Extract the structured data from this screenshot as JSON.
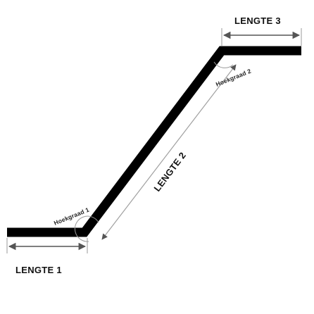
{
  "labels": {
    "length_1": "LENGTE 1",
    "length_2": "LENGTE 2",
    "length_3": "LENGTE 3",
    "angle_1": "Hoekgraad 1",
    "angle_2": "Hoekgraad 2"
  },
  "colors": {
    "profile": "#000000",
    "dimension_line": "#9a9a9a",
    "arrow": "#555555",
    "text": "#111111",
    "background": "#ffffff"
  }
}
